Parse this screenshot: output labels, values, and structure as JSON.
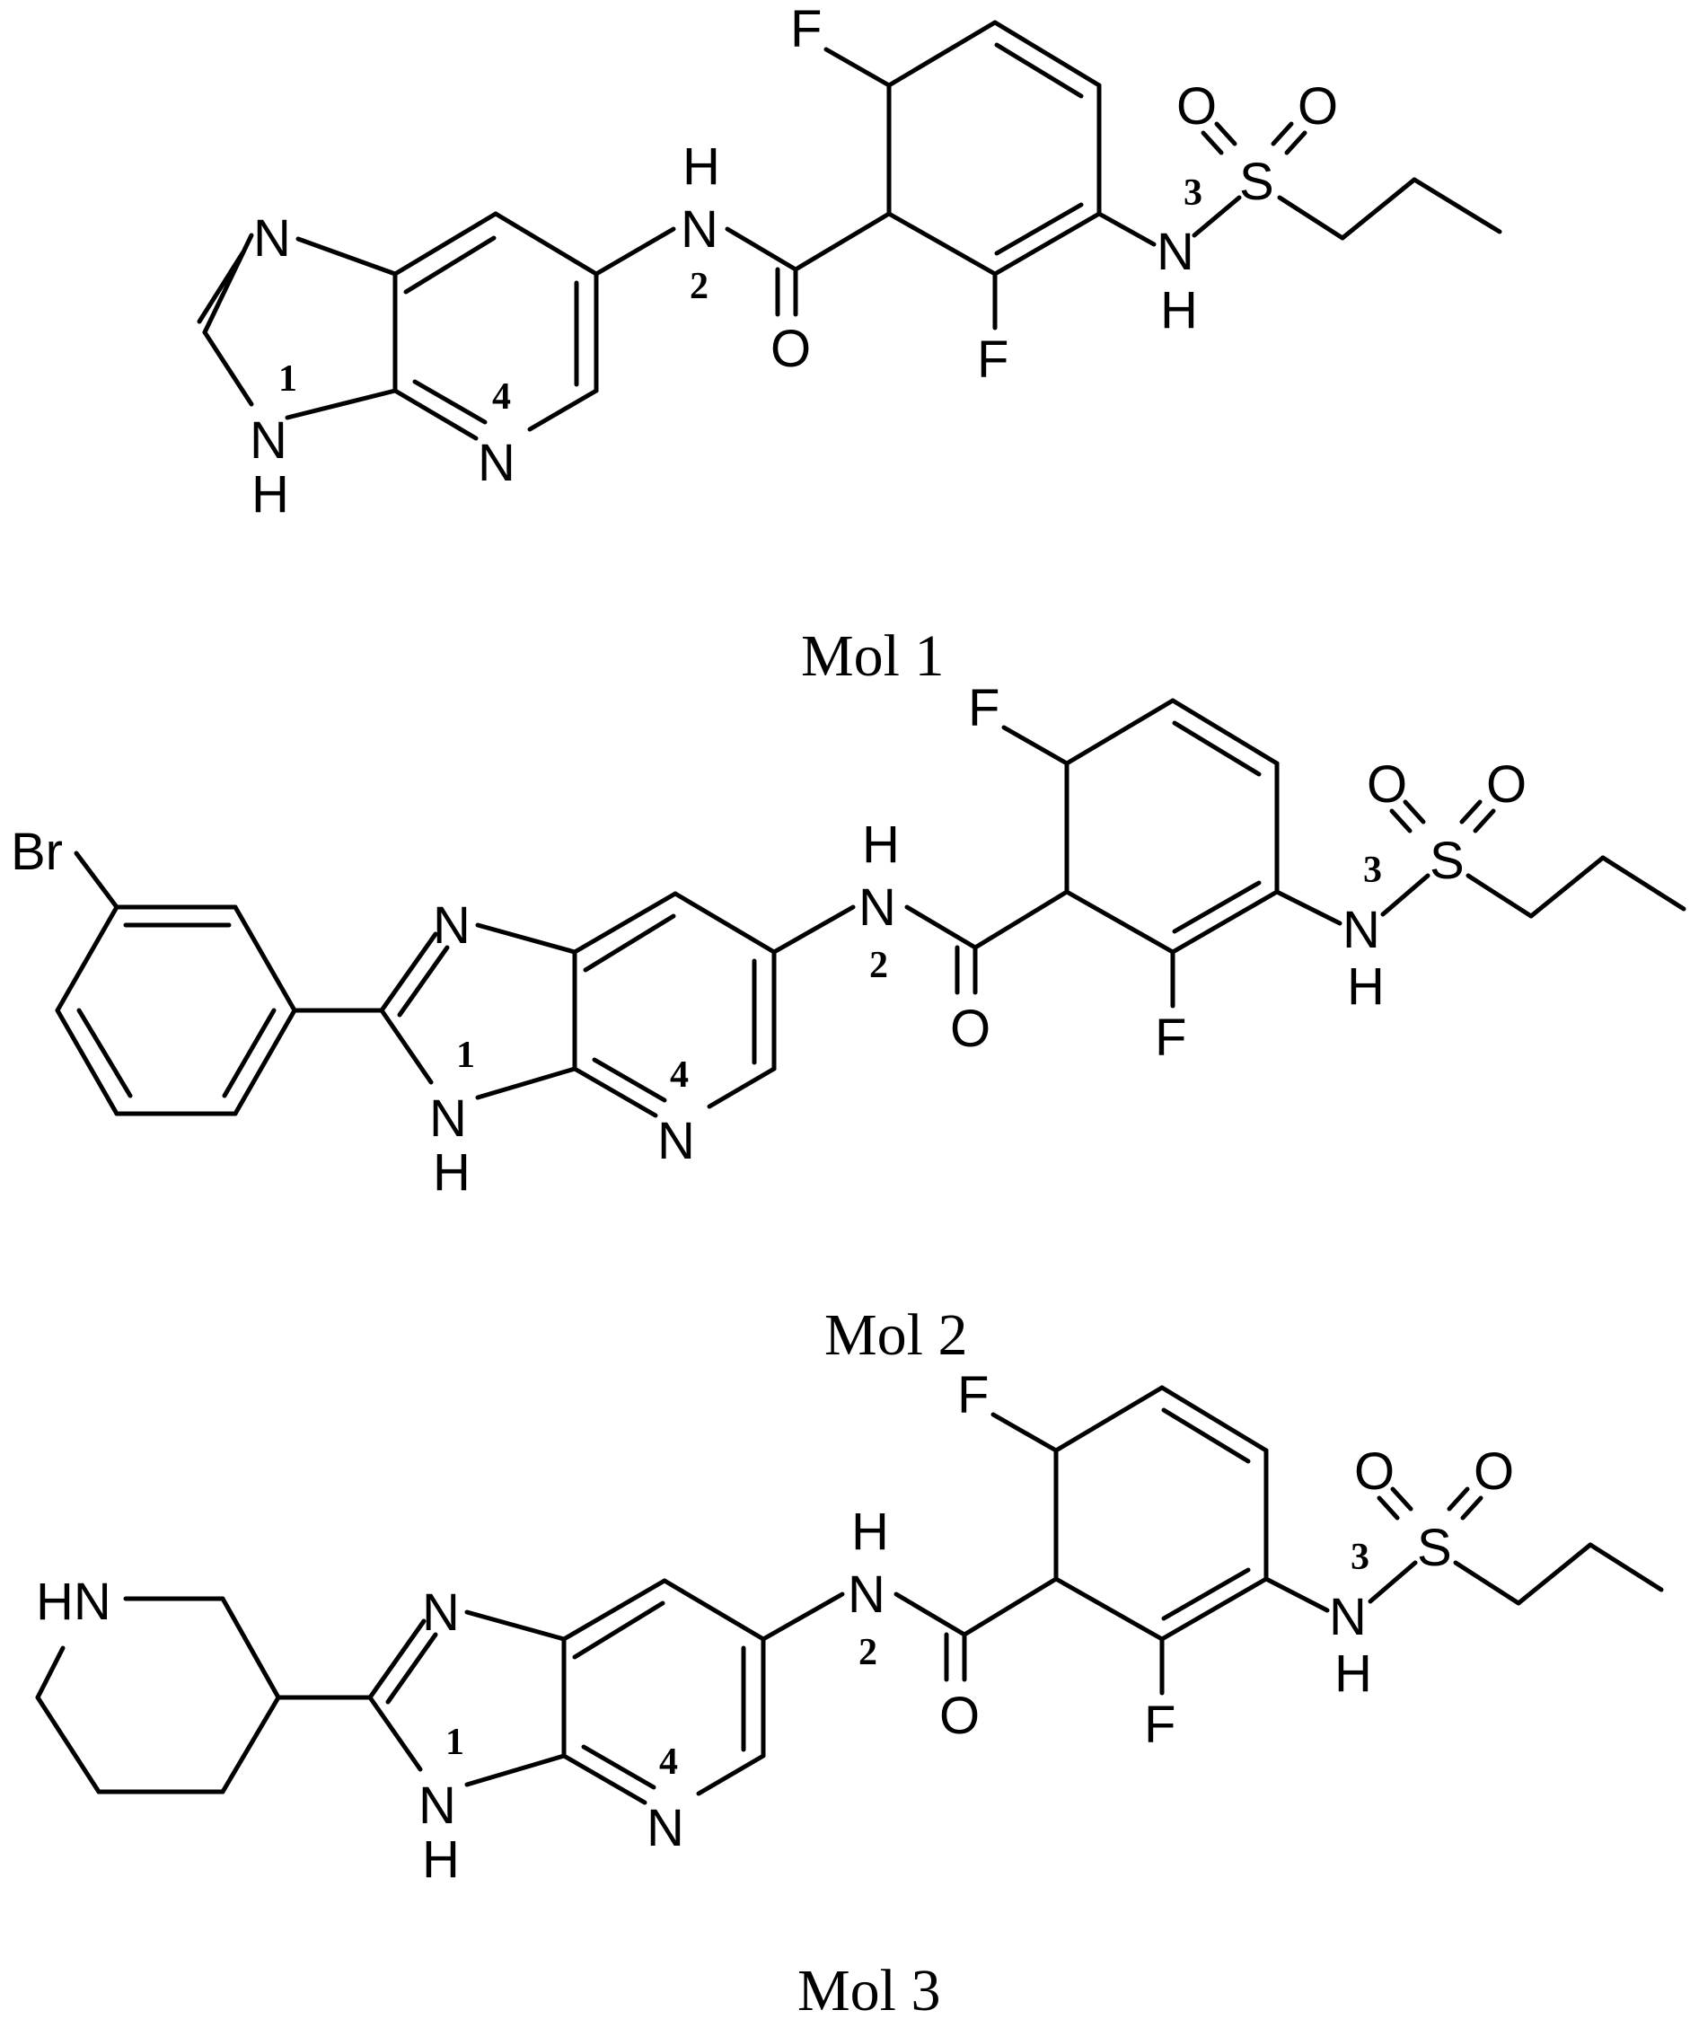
{
  "molecules": [
    {
      "caption": "Mol 1",
      "substituent": "none",
      "atoms": {
        "F_top": "F",
        "F_bottom": "F",
        "N_amide": "N",
        "H_amide": "H",
        "O_carbonyl": "O",
        "N_sulf": "N",
        "H_sulf": "H",
        "S": "S",
        "O_s1": "O",
        "O_s2": "O",
        "N_im3": "N",
        "N_im1": "N",
        "H_im1": "H",
        "N_py": "N"
      },
      "numbers": {
        "n1": "1",
        "n2": "2",
        "n3": "3",
        "n4": "4"
      }
    },
    {
      "caption": "Mol 2",
      "substituent": "3-bromophenyl",
      "atoms": {
        "F_top": "F",
        "F_bottom": "F",
        "N_amide": "N",
        "H_amide": "H",
        "O_carbonyl": "O",
        "N_sulf": "N",
        "H_sulf": "H",
        "S": "S",
        "O_s1": "O",
        "O_s2": "O",
        "N_im3": "N",
        "N_im1": "N",
        "H_im1": "H",
        "N_py": "N",
        "Br": "Br"
      },
      "numbers": {
        "n1": "1",
        "n2": "2",
        "n3": "3",
        "n4": "4"
      }
    },
    {
      "caption": "Mol 3",
      "substituent": "piperidin-3-yl",
      "atoms": {
        "F_top": "F",
        "F_bottom": "F",
        "N_amide": "N",
        "H_amide": "H",
        "O_carbonyl": "O",
        "N_sulf": "N",
        "H_sulf": "H",
        "S": "S",
        "O_s1": "O",
        "O_s2": "O",
        "N_im3": "N",
        "N_im1": "N",
        "H_im1": "H",
        "N_py": "N",
        "HN": "HN"
      },
      "numbers": {
        "n1": "1",
        "n2": "2",
        "n3": "3",
        "n4": "4"
      }
    }
  ]
}
